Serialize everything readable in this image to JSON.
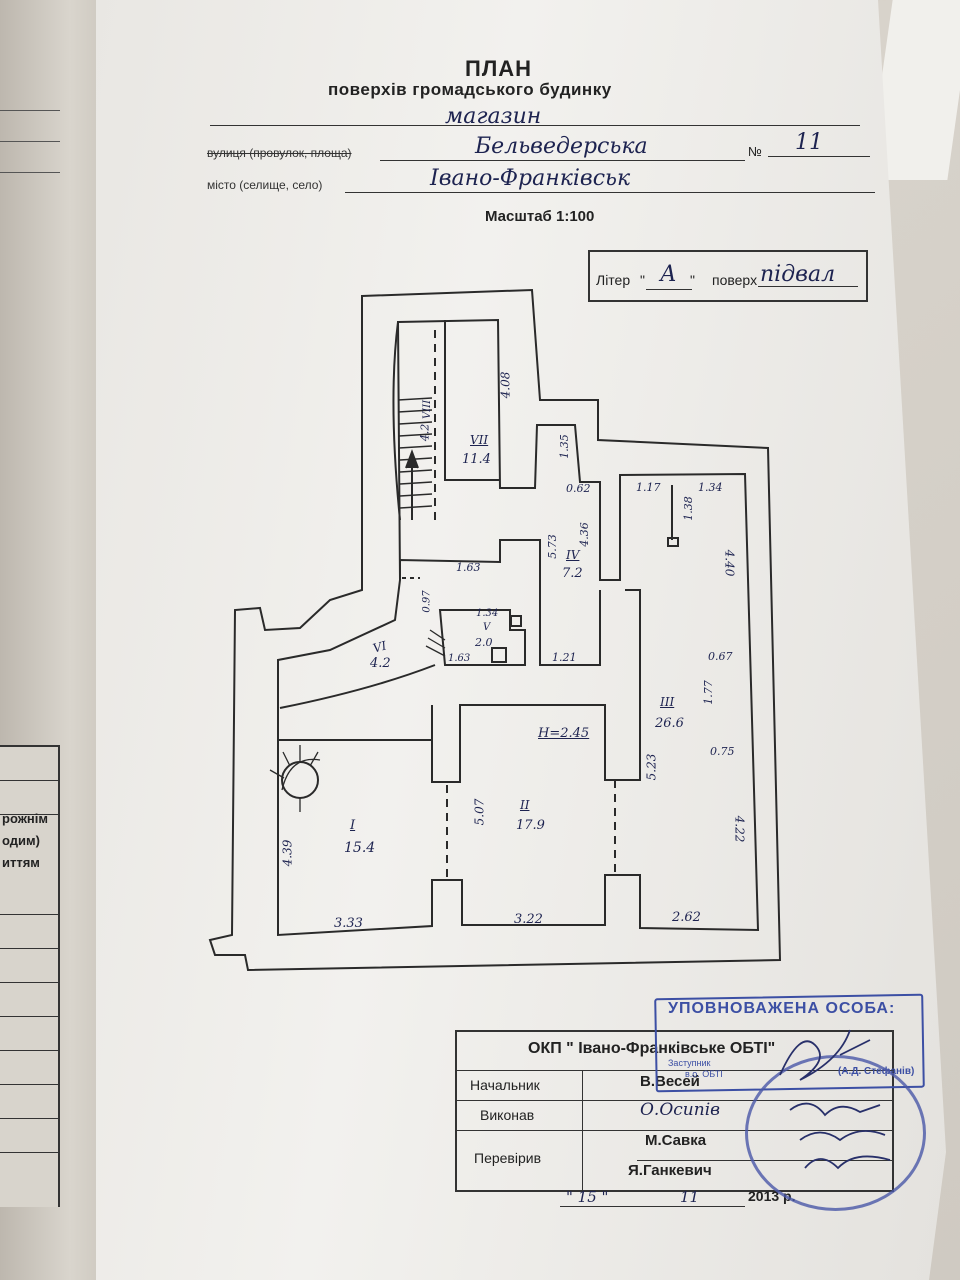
{
  "header": {
    "title": "ПЛАН",
    "subtitle": "поверхів громадського будинку",
    "purpose": "магазин",
    "street_label": "вулиця (провулок, площа)",
    "street_value": "Бельведерська",
    "number_label": "№",
    "number_value": "11",
    "city_label": "місто (селище, село)",
    "city_value": "Івано-Франківськ",
    "scale": "Масштаб 1:100"
  },
  "liter": {
    "label": "Літер",
    "quote_open": "\"",
    "value": "А",
    "quote_close": "\"",
    "floor_label": "поверх",
    "floor_value": "підвал"
  },
  "rooms": [
    {
      "id": "I",
      "area": "15.4"
    },
    {
      "id": "II",
      "area": "17.9"
    },
    {
      "id": "III",
      "area": "26.6"
    },
    {
      "id": "IV",
      "area": "7.2"
    },
    {
      "id": "V",
      "area": "2.0"
    },
    {
      "id": "VI",
      "area": "4.2"
    },
    {
      "id": "VII",
      "area": "11.4"
    },
    {
      "id": "VIII",
      "area": "4.2"
    }
  ],
  "dimensions": [
    "4.08",
    "1.35",
    "0.62",
    "1.17",
    "1.34",
    "1.38",
    "5.73",
    "4.36",
    "1.63",
    "0.97",
    "1.34",
    "1.63",
    "1.21",
    "4.40",
    "0.67",
    "1.77",
    "0.75",
    "H=2.45",
    "5.07",
    "5.23",
    "4.39",
    "4.22",
    "3.33",
    "3.22",
    "2.62"
  ],
  "stamp": {
    "title": "УПОВНОВАЖЕНА ОСОБА:",
    "deputy": "Заступник",
    "deputy2": "в.о. ОБТІ",
    "name": "(А.Д. Стефанів)"
  },
  "approval": {
    "org": "ОКП \" Івано-Франківське ОБТІ\"",
    "rows": [
      {
        "role": "Начальник",
        "name": "В.Весей"
      },
      {
        "role": "Виконав",
        "name": "О.Осипів"
      },
      {
        "role": "Перевірив",
        "name": "М.Савка"
      },
      {
        "role": "",
        "name": "Я.Ганкевич"
      }
    ],
    "date_day": "\" 15 \"",
    "date_month": "11",
    "date_year": "2013 р."
  },
  "left_page": {
    "fragments": [
      "рожнім",
      "одим)",
      "иттям"
    ]
  }
}
